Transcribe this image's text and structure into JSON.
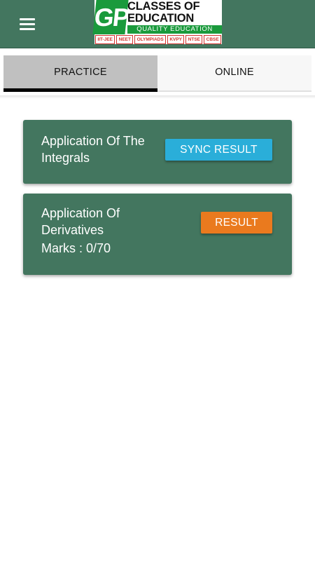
{
  "app_bar": {
    "logo": {
      "gp": "GP",
      "line1": "CLASSES OF",
      "line2": "EDUCATION",
      "tagline": "QUALITY EDUCATION",
      "exams": [
        "IIT-JEE",
        "NEET",
        "OLYMPIADS",
        "KVPY",
        "NTSE",
        "CBSE"
      ]
    }
  },
  "tabs": [
    {
      "label": "PRACTICE",
      "active": true
    },
    {
      "label": "ONLINE",
      "active": false
    }
  ],
  "cards": [
    {
      "title": "Application Of The Integrals",
      "button_label": "SYNC RESULT"
    },
    {
      "title": "Application Of Derivatives",
      "marks": "Marks : 0/70",
      "button_label": "RESULT"
    }
  ],
  "colors": {
    "primary": "#43765f",
    "sync_button": "#2aaed9",
    "result_button": "#ea7a1e"
  }
}
